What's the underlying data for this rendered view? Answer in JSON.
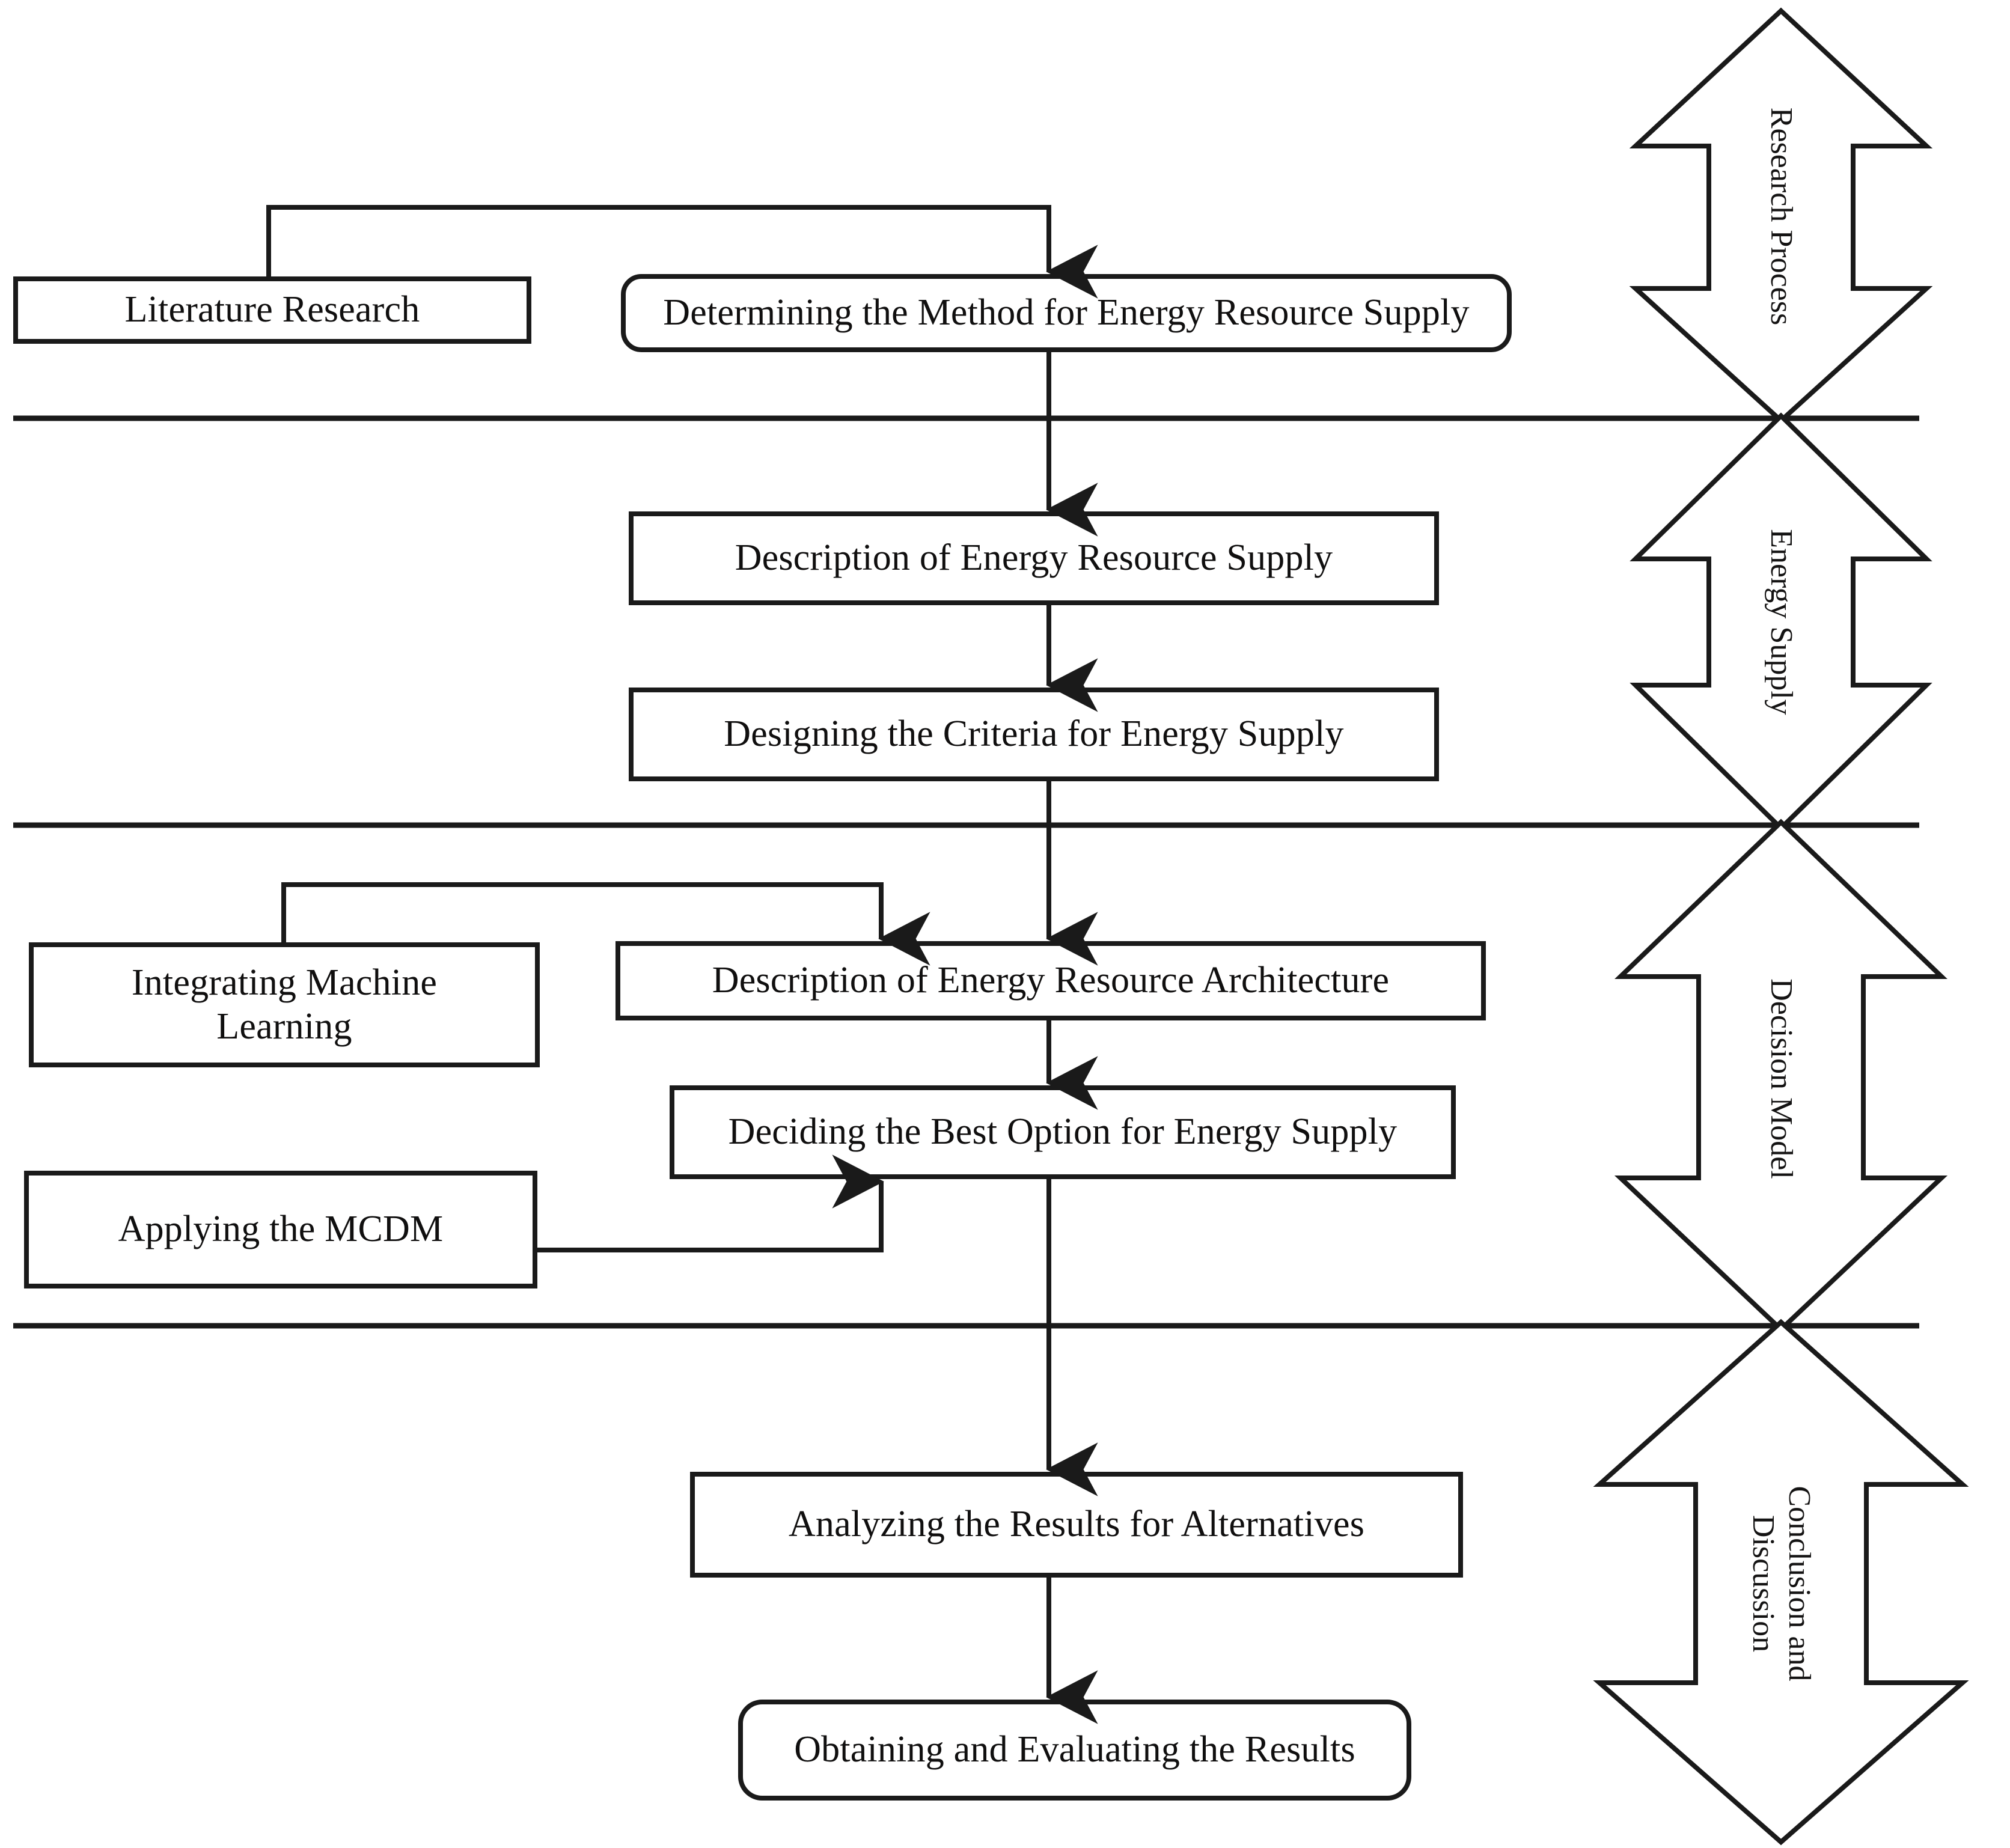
{
  "diagram": {
    "title": "Research Framework Flowchart",
    "stroke_color": "#1a1a1a",
    "fill_color": "#ffffff",
    "background": "#ffffff"
  },
  "bands": [
    {
      "id": "research-process",
      "label": "Research Process"
    },
    {
      "id": "energy-supply",
      "label": "Energy Supply"
    },
    {
      "id": "decision-model",
      "label": "Decision Model"
    },
    {
      "id": "conclusion-discussion",
      "label": "Conclusion and\nDiscussion"
    }
  ],
  "nodes": [
    {
      "id": "literature-research",
      "label": "Literature Research",
      "shape": "rectangle"
    },
    {
      "id": "determining-method",
      "label": "Determining the Method for Energy Resource Supply",
      "shape": "rounded-rectangle"
    },
    {
      "id": "description-supply",
      "label": "Description of Energy Resource Supply",
      "shape": "rectangle"
    },
    {
      "id": "designing-criteria",
      "label": "Designing the Criteria for Energy Supply",
      "shape": "rectangle"
    },
    {
      "id": "integrating-ml",
      "label": "Integrating Machine\nLearning",
      "shape": "rectangle"
    },
    {
      "id": "description-architecture",
      "label": "Description of Energy Resource Architecture",
      "shape": "rectangle"
    },
    {
      "id": "deciding-best-option",
      "label": "Deciding the Best Option for Energy Supply",
      "shape": "rectangle"
    },
    {
      "id": "applying-mcdm",
      "label": "Applying the MCDM",
      "shape": "rectangle"
    },
    {
      "id": "analyzing-results",
      "label": "Analyzing the Results for Alternatives",
      "shape": "rectangle"
    },
    {
      "id": "obtaining-evaluating",
      "label": "Obtaining and Evaluating the Results",
      "shape": "rounded-rectangle"
    }
  ],
  "edges": [
    {
      "id": "edge-literature-to-determining",
      "from": "literature-research",
      "to": "determining-method",
      "style": "elbow",
      "arrowhead": true
    },
    {
      "id": "edge-determining-to-description-supply",
      "from": "determining-method",
      "to": "description-supply",
      "style": "straight",
      "arrowhead": true
    },
    {
      "id": "edge-description-supply-to-designing",
      "from": "description-supply",
      "to": "designing-criteria",
      "style": "straight",
      "arrowhead": true
    },
    {
      "id": "edge-designing-to-architecture",
      "from": "designing-criteria",
      "to": "description-architecture",
      "style": "straight",
      "arrowhead": true
    },
    {
      "id": "edge-ml-to-architecture",
      "from": "integrating-ml",
      "to": "description-architecture",
      "style": "elbow",
      "arrowhead": true
    },
    {
      "id": "edge-architecture-to-deciding",
      "from": "description-architecture",
      "to": "deciding-best-option",
      "style": "straight",
      "arrowhead": true
    },
    {
      "id": "edge-mcdm-to-deciding",
      "from": "applying-mcdm",
      "to": "deciding-best-option",
      "style": "elbow",
      "arrowhead": true
    },
    {
      "id": "edge-deciding-to-analyzing",
      "from": "deciding-best-option",
      "to": "analyzing-results",
      "style": "straight",
      "arrowhead": true
    },
    {
      "id": "edge-analyzing-to-obtaining",
      "from": "analyzing-results",
      "to": "obtaining-evaluating",
      "style": "straight",
      "arrowhead": true
    }
  ],
  "dividers": [
    {
      "id": "divider-1"
    },
    {
      "id": "divider-2"
    },
    {
      "id": "divider-3"
    }
  ]
}
